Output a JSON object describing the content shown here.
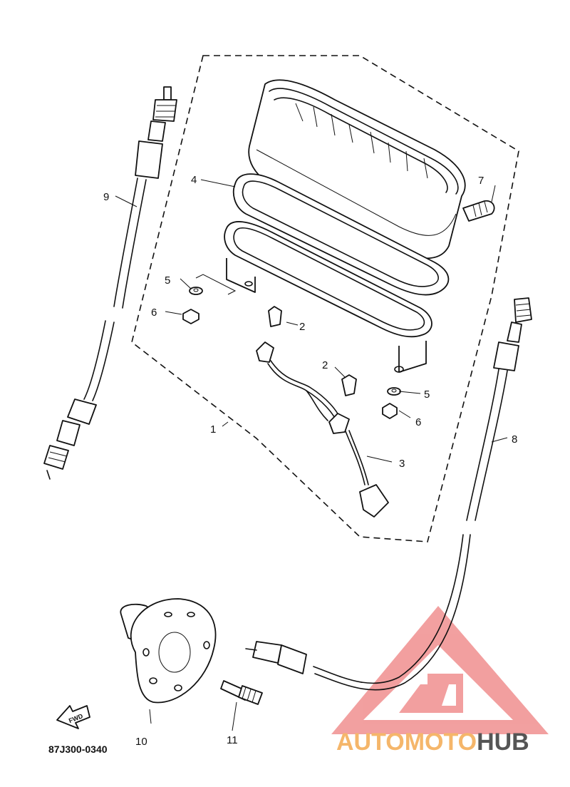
{
  "diagram": {
    "code": "87J300-0340",
    "fwd_label": "FWD",
    "callouts": [
      {
        "id": "c1",
        "label": "1"
      },
      {
        "id": "c2a",
        "label": "2"
      },
      {
        "id": "c2b",
        "label": "2"
      },
      {
        "id": "c3",
        "label": "3"
      },
      {
        "id": "c4",
        "label": "4"
      },
      {
        "id": "c5a",
        "label": "5"
      },
      {
        "id": "c5b",
        "label": "5"
      },
      {
        "id": "c6a",
        "label": "6"
      },
      {
        "id": "c6b",
        "label": "6"
      },
      {
        "id": "c7",
        "label": "7"
      },
      {
        "id": "c8",
        "label": "8"
      },
      {
        "id": "c9",
        "label": "9"
      },
      {
        "id": "c10",
        "label": "10"
      },
      {
        "id": "c11",
        "label": "11"
      }
    ]
  },
  "watermark": {
    "part1": "AUTOMOTO",
    "part2": "HUB",
    "color_light": "#f5b66a",
    "color_red": "#e84a4a",
    "color_dark": "#555555"
  }
}
